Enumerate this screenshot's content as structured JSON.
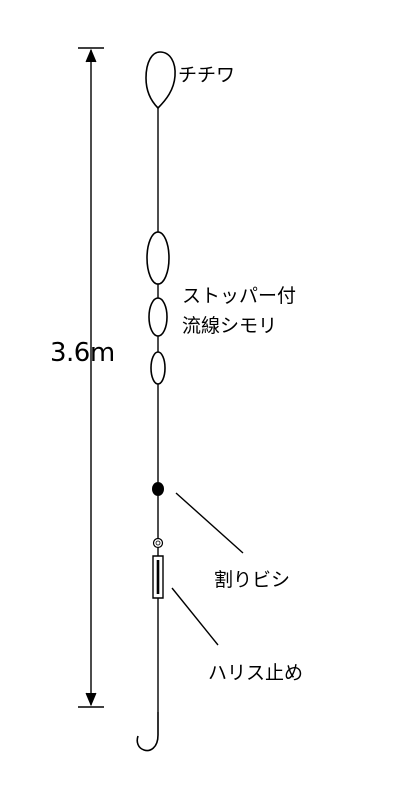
{
  "diagram": {
    "length_label": "3.6m",
    "parts": {
      "tichiwa": "チチワ",
      "stopper_line1": "ストッパー付",
      "stopper_line2": "流線シモリ",
      "waribishi": "割りビシ",
      "harisu_dome": "ハリス止め"
    }
  }
}
